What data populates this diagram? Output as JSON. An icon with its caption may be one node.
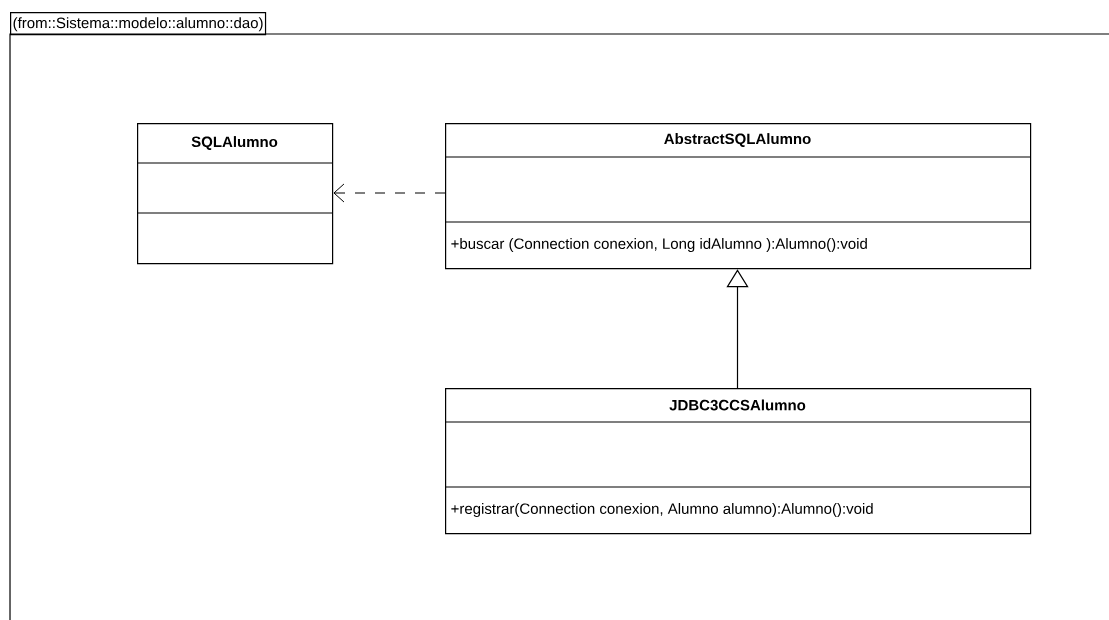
{
  "diagram": {
    "nodes": [
      {
        "text": [
          "(from::Sistema::modelo::alumno::dao)"
        ]
      },
      {
        "text": [
          "SQLAlumno"
        ],
        "in": 0
      },
      {
        "text": [
          "AbstractSQLAlumno",
          "+buscar (Connection conexion, Long idAlumno ):Alumno():void"
        ],
        "in": 0
      },
      {
        "text": [
          "JDBC3CCSAlumno",
          "+registrar(Connection conexion, Alumno alumno):Alumno():void"
        ],
        "in": 0
      }
    ],
    "edges": [
      {
        "from": 2,
        "to": 1,
        "arrow": "to",
        "style": "dashed"
      },
      {
        "from": 3,
        "to": 2,
        "arrow": "to"
      }
    ]
  }
}
